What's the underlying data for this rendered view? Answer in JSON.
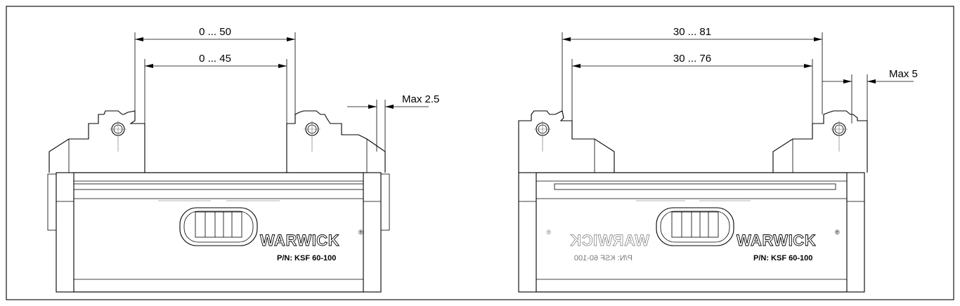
{
  "left_view": {
    "dim_outer": "0 ... 50",
    "dim_inner": "0 ... 45",
    "dim_side": "Max 2.5",
    "brand": "WARWICK",
    "registered": "®",
    "part_number": "P/N: KSF 60-100"
  },
  "right_view": {
    "dim_outer": "30 ... 81",
    "dim_inner": "30 ... 76",
    "dim_side": "Max 5",
    "brand": "WARWICK",
    "registered": "®",
    "part_number": "P/N: KSF 60-100",
    "mirrored_brand": "WARWICK",
    "mirrored_registered": "®",
    "mirrored_part_number": "P/N: KSF 60-100"
  }
}
